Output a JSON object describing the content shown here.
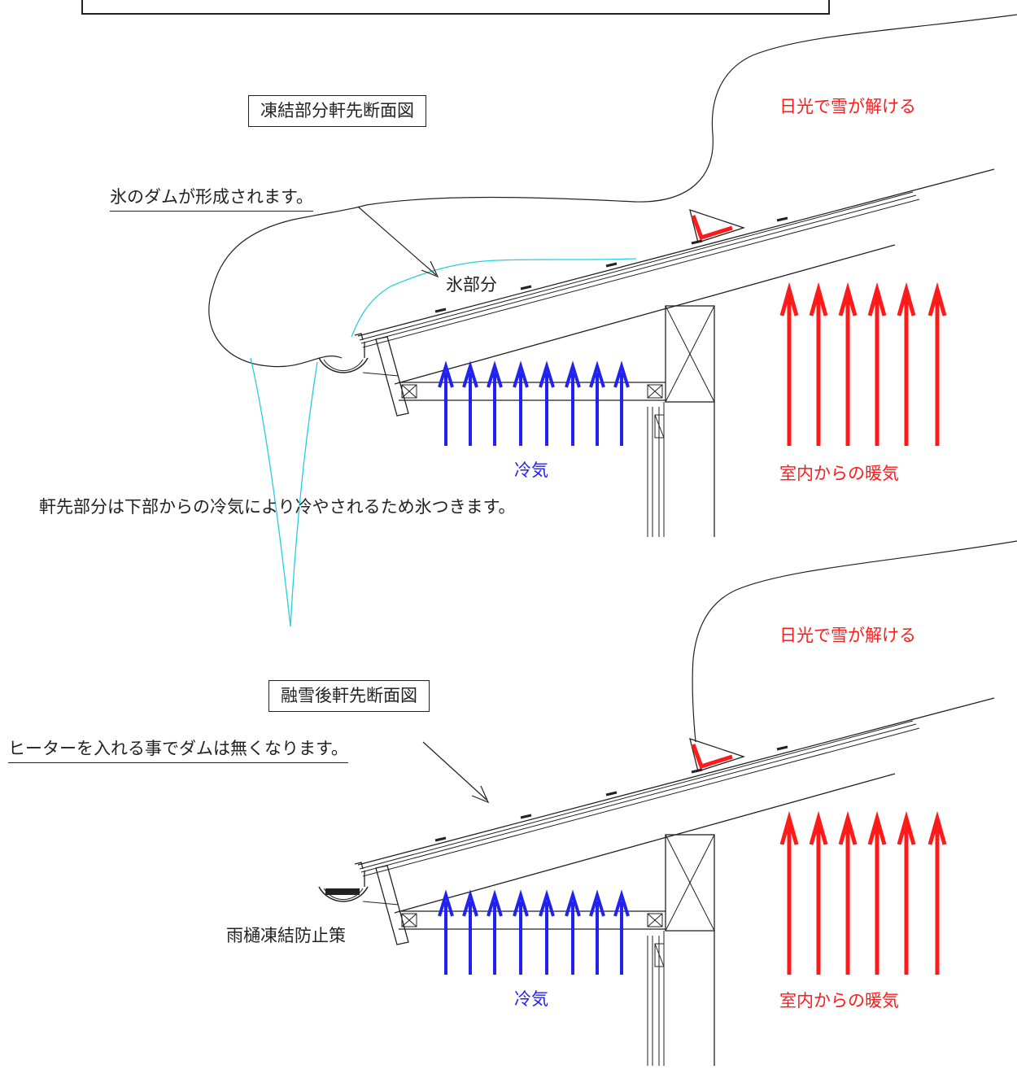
{
  "colors": {
    "ink": "#222222",
    "warm": "#ff1a1a",
    "cold": "#2222ee",
    "ice": "#22cfe0"
  },
  "upper": {
    "heading": "凍結部分軒先断面図",
    "sun_melt": "日光で雪が解ける",
    "ice_dam": "氷のダムが形成されます。",
    "ice_part": "氷部分",
    "cold_air": "冷気",
    "warm_air": "室内からの暖気",
    "eave_note": "軒先部分は下部からの冷気により冷やされるため氷つきます。"
  },
  "lower": {
    "heading": "融雪後軒先断面図",
    "sun_melt": "日光で雪が解ける",
    "heater_note": "ヒーターを入れる事でダムは無くなります。",
    "gutter_note": "雨樋凍結防止策",
    "cold_air": "冷気",
    "warm_air": "室内からの暖気"
  }
}
